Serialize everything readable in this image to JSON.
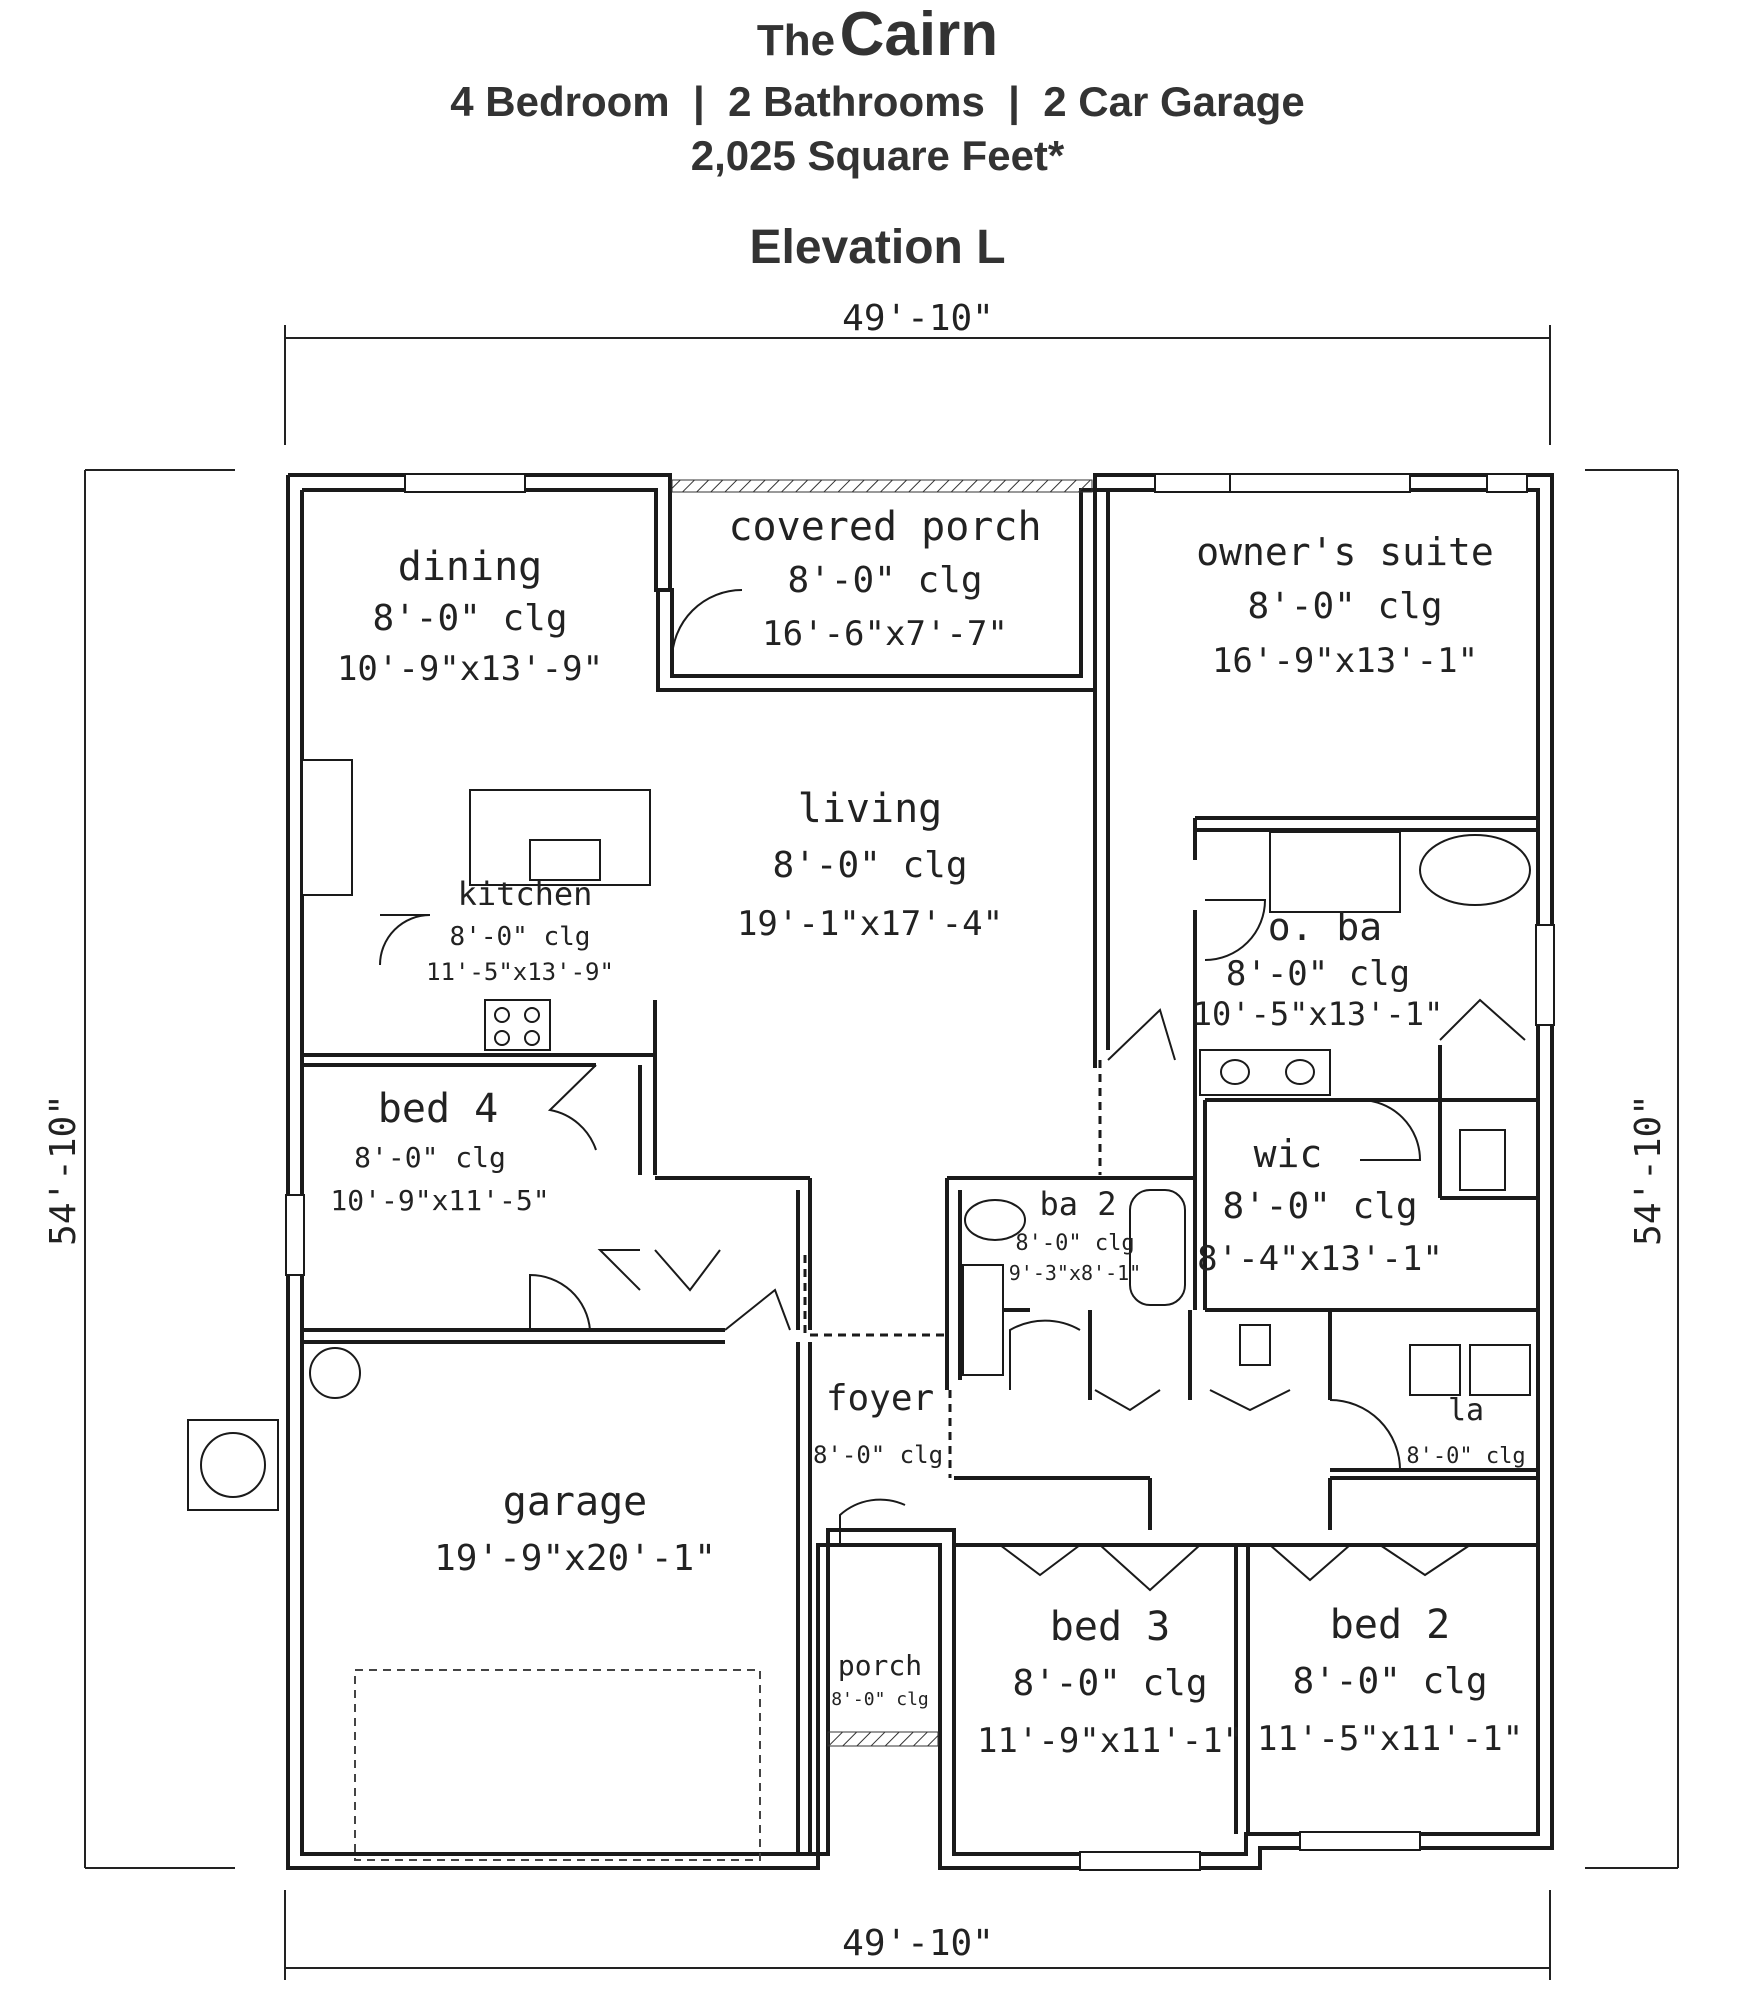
{
  "header": {
    "title_prefix": "The",
    "title_name": "Cairn",
    "specs": "4 Bedroom  |  2 Bathrooms  |  2 Car Garage",
    "sqft": "2,025 Square Feet*",
    "elevation": "Elevation L"
  },
  "dimensions": {
    "top_width": "49'-10\"",
    "bottom_width": "49'-10\"",
    "left_depth": "54'-10\"",
    "right_depth": "54'-10\""
  },
  "rooms": {
    "dining": {
      "name": "dining",
      "ceiling": "8'-0\" clg",
      "size": "10'-9\"x13'-9\""
    },
    "covered_porch": {
      "name": "covered porch",
      "ceiling": "8'-0\" clg",
      "size": "16'-6\"x7'-7\""
    },
    "owners_suite": {
      "name": "owner's suite",
      "ceiling": "8'-0\" clg",
      "size": "16'-9\"x13'-1\""
    },
    "living": {
      "name": "living",
      "ceiling": "8'-0\" clg",
      "size": "19'-1\"x17'-4\""
    },
    "kitchen": {
      "name": "kitchen",
      "ceiling": "8'-0\" clg",
      "size": "11'-5\"x13'-9\""
    },
    "o_ba": {
      "name": "o. ba",
      "ceiling": "8'-0\" clg",
      "size": "10'-5\"x13'-1\""
    },
    "bed4": {
      "name": "bed 4",
      "ceiling": "8'-0\" clg",
      "size": "10'-9\"x11'-5\""
    },
    "wic": {
      "name": "wic",
      "ceiling": "8'-0\" clg",
      "size": "8'-4\"x13'-1\""
    },
    "ba2": {
      "name": "ba 2",
      "ceiling": "8'-0\" clg",
      "size": "9'-3\"x8'-1\""
    },
    "foyer": {
      "name": "foyer",
      "ceiling": "8'-0\" clg"
    },
    "la": {
      "name": "la",
      "ceiling": "8'-0\" clg"
    },
    "garage": {
      "name": "garage",
      "size": "19'-9\"x20'-1\""
    },
    "porch": {
      "name": "porch",
      "ceiling": "8'-0\" clg"
    },
    "bed3": {
      "name": "bed 3",
      "ceiling": "8'-0\" clg",
      "size": "11'-9\"x11'-1\""
    },
    "bed2": {
      "name": "bed 2",
      "ceiling": "8'-0\" clg",
      "size": "11'-5\"x11'-1\""
    }
  },
  "colors": {
    "wall": "#1a1a1a",
    "text": "#333333",
    "line": "#555555"
  }
}
